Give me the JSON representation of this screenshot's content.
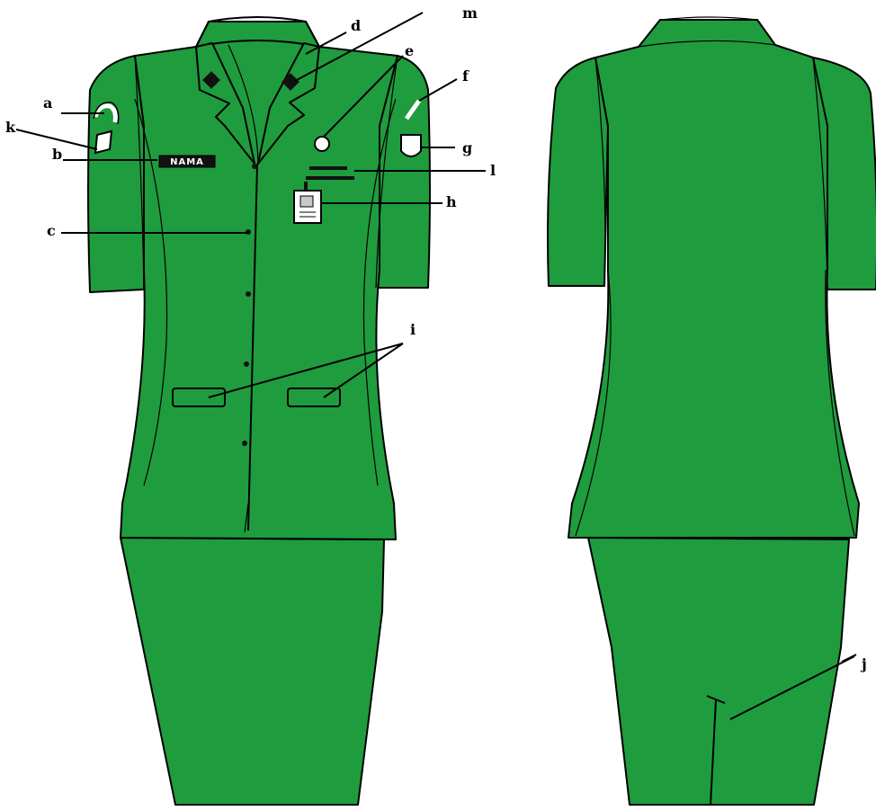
{
  "colors": {
    "uniform": "#1f9c3e",
    "outline": "#000000",
    "background": "#ffffff",
    "name_tag": "#111111"
  },
  "front_view": {
    "name_tag_text": "NAMA"
  },
  "labels": {
    "a": "a",
    "b": "b",
    "c": "c",
    "d": "d",
    "e": "e",
    "f": "f",
    "g": "g",
    "h": "h",
    "i": "i",
    "j": "j",
    "k": "k",
    "l": "l",
    "m": "m"
  }
}
